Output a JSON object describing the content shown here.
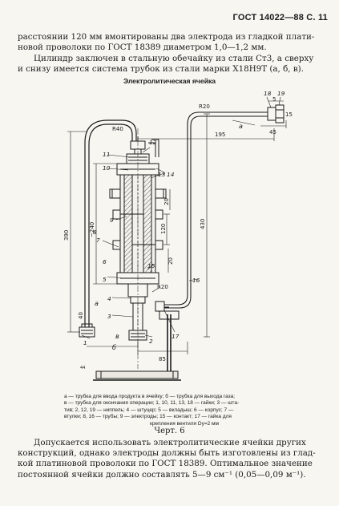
{
  "header": "ГОСТ 14022—88 С. 11",
  "paragraph1": [
    "расстоянии 120 мм вмонтированы два электрода из гладкой плати-",
    "новой проволоки по ГОСТ 18389 диаметром 1,0—1,2 мм."
  ],
  "paragraph2": [
    "Цилиндр заключен в стальную обечайку из стали Ст3, а сверху",
    "и снизу имеется система трубок из стали марки Х18Н9Т (а, б, в)."
  ],
  "figure_title": "Электролитическая ячейка",
  "figure": {
    "part_numbers": [
      "1",
      "2",
      "3",
      "4",
      "5",
      "6",
      "7",
      "8",
      "9",
      "10",
      "11",
      "12",
      "13",
      "14",
      "15",
      "16",
      "17",
      "18",
      "19"
    ],
    "dimensions": [
      "R40",
      "R20",
      "R20",
      "430",
      "390",
      "~240",
      "195",
      "120",
      "20",
      "20",
      "40",
      "85",
      "45",
      "15",
      "5"
    ],
    "letters": [
      "а",
      "б",
      "в",
      "а"
    ],
    "corner_note": "44"
  },
  "legend": [
    "а — трубка для ввода продукта в ячейку; б — трубка для выхода газа;",
    "в — трубка для окончания операции; 1, 10, 11, 13, 18 — гайки; 3 — шта-",
    "тив; 2, 12, 19 — ниппель; 4 — штуцер; 5 — вкладыш; 6 — корпус; 7 —",
    "втулки; 8, 16 — трубы; 9 — электроды; 15 — контакт; 17 — гайка для",
    "крепления вентиля Dу=2 мм"
  ],
  "figure_caption": "Черт. 6",
  "paragraph3": [
    "Допускается использовать электролитические ячейки других",
    "конструкций, однако электроды должны быть изготовлены из глад-",
    "кой платиновой проволоки по ГОСТ 18389. Оптимальное значение",
    "постоянной ячейки должно составлять 5—9 см⁻¹ (0,05—0,09 м⁻¹)."
  ]
}
